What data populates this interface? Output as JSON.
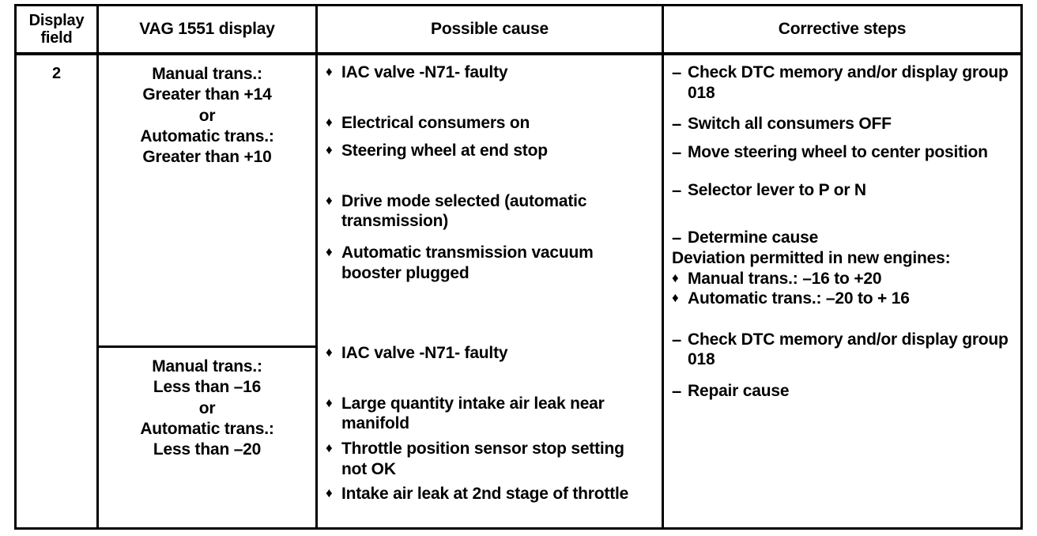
{
  "table": {
    "headers": [
      {
        "label": "Display\nfield",
        "name": "header-display-field"
      },
      {
        "label": "VAG 1551 display",
        "name": "header-vag-display"
      },
      {
        "label": "Possible cause",
        "name": "header-possible-cause"
      },
      {
        "label": "Corrective steps",
        "name": "header-corrective-steps"
      }
    ],
    "display_field": "2",
    "rows": [
      {
        "vag_display": {
          "line1": "Manual trans.:",
          "line2": "Greater than +14",
          "line3": "or",
          "line4": "Automatic trans.:",
          "line5": "Greater than +10"
        },
        "possible_cause": [
          {
            "bullet": "diamond",
            "text": "IAC valve -N71- faulty"
          },
          {
            "bullet": "diamond",
            "text": "Electrical consumers on"
          },
          {
            "bullet": "diamond",
            "text": "Steering wheel at end stop"
          },
          {
            "bullet": "diamond",
            "text": "Drive mode selected (automatic transmission)"
          },
          {
            "bullet": "diamond",
            "text": "Automatic transmission vacuum booster plugged"
          }
        ],
        "corrective_steps": [
          {
            "bullet": "dash",
            "text": "Check DTC memory and/or display group 018"
          },
          {
            "bullet": "dash",
            "text": "Switch all consumers OFF"
          },
          {
            "bullet": "dash",
            "text": "Move steering wheel to center position"
          },
          {
            "bullet": "dash",
            "text": "Selector lever to P or N"
          },
          {
            "bullet": "dash",
            "text": "Determine cause"
          },
          {
            "bullet": "none",
            "text": "Deviation permitted in new engines:"
          },
          {
            "bullet": "diamond",
            "text": "Manual trans.: –16 to +20"
          },
          {
            "bullet": "diamond",
            "text": "Automatic trans.: –20 to + 16"
          }
        ]
      },
      {
        "vag_display": {
          "line1": "Manual trans.:",
          "line2": "Less than –16",
          "line3": "or",
          "line4": "Automatic trans.:",
          "line5": "Less than –20"
        },
        "possible_cause": [
          {
            "bullet": "diamond",
            "text": "IAC valve -N71- faulty"
          },
          {
            "bullet": "diamond",
            "text": "Large quantity intake air leak near manifold"
          },
          {
            "bullet": "diamond",
            "text": "Throttle position sensor stop setting not OK"
          },
          {
            "bullet": "diamond",
            "text": "Intake air leak at 2nd stage of throttle"
          }
        ],
        "corrective_steps": [
          {
            "bullet": "dash",
            "text": "Check DTC memory and/or display group 018"
          },
          {
            "bullet": "dash",
            "text": "Repair cause"
          }
        ]
      }
    ],
    "glyphs": {
      "diamond": "♦",
      "dash": "–"
    }
  }
}
